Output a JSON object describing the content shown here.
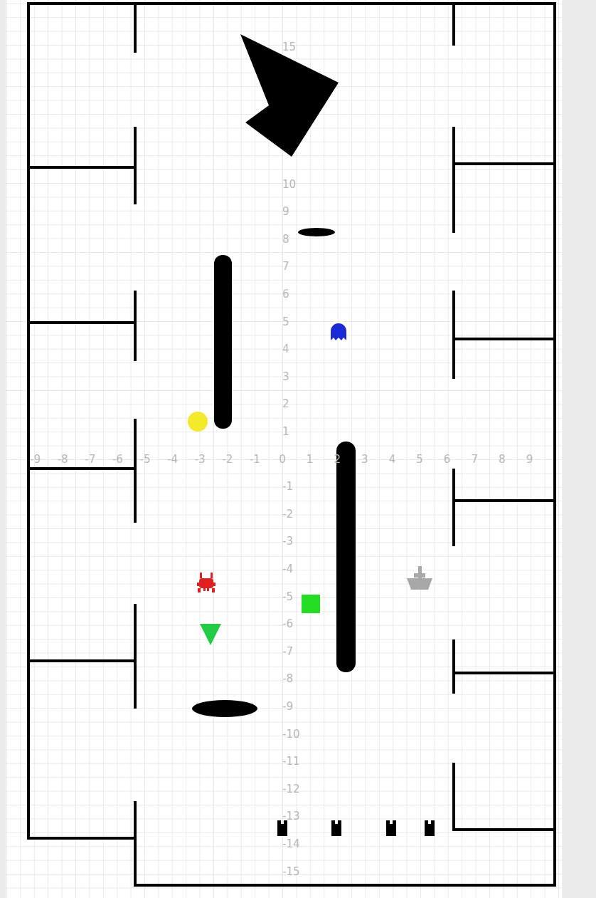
{
  "diagram": {
    "labels": [
      "15",
      "10",
      "9",
      "8",
      "7",
      "6",
      "5",
      "4",
      "3",
      "2",
      "1",
      "-1",
      "-2",
      "-3",
      "-4",
      "-5",
      "-6",
      "-7",
      "-8",
      "-9",
      "-10",
      "-11",
      "-12",
      "-13",
      "-14",
      "-15",
      "-9",
      "-8",
      "-7",
      "-6",
      "-5",
      "-4",
      "-3",
      "-2",
      "-1",
      "0",
      "1",
      "2",
      "3",
      "4",
      "5",
      "6",
      "7",
      "8",
      "9"
    ]
  }
}
